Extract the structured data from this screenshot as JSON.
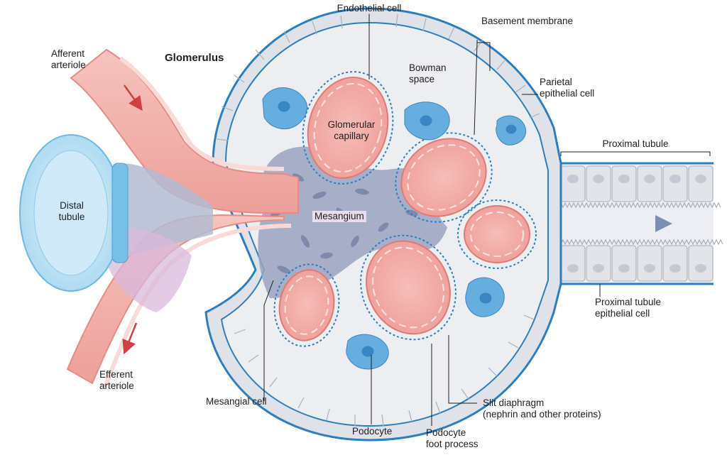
{
  "title": "Glomerulus",
  "labels": {
    "endothelial_cell": "Endothelial cell",
    "basement_membrane": "Basement membrane",
    "afferent_arteriole": "Afferent\narteriole",
    "bowman_space": "Bowman\nspace",
    "parietal_epithelial_cell": "Parietal\nepithelial cell",
    "glomerular_capillary": "Glomerular\ncapillary",
    "proximal_tubule": "Proximal tubule",
    "distal_tubule": "Distal\ntubule",
    "mesangium": "Mesangium",
    "proximal_tubule_epithelial_cell": "Proximal tubule\nepithelial cell",
    "efferent_arteriole": "Efferent\narteriole",
    "mesangial_cell": "Mesangial cell",
    "slit_diaphragm": "Slit diaphragm\n(nephrin and other proteins)",
    "podocyte": "Podocyte",
    "podocyte_foot_process": "Podocyte\nfoot process"
  },
  "colors": {
    "capsule_outline": "#2b7fc0",
    "capsule_fill": "#dfe2e8",
    "bowman_space": "#eceef2",
    "vessel": "#f2a9a4",
    "vessel_light": "#f7c9c4",
    "capillary": "#f0a9a4",
    "mesangium": "#9aa3c0",
    "podocyte": "#66aee0",
    "tubule_cell": "#e3e5ea",
    "flow_arrow": "#d04040",
    "distal_tubule": "#bfe3f6"
  }
}
